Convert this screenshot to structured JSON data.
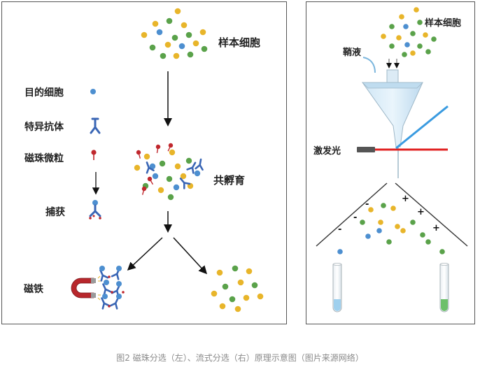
{
  "left_panel": {
    "sample_cells_label": "样本细胞",
    "target_cell_label": "目的细胞",
    "specific_antibody_label": "特异抗体",
    "magnetic_bead_label": "磁珠微粒",
    "capture_label": "捕获",
    "co_incubation_label": "共孵育",
    "magnet_label": "磁铁"
  },
  "right_panel": {
    "sample_cells_label": "样本细胞",
    "sheath_fluid_label": "鞘液",
    "laser_label": "激发光"
  },
  "caption": "图2 磁珠分选（左）、流式分选（右）原理示意图（图片来源网络）",
  "colors": {
    "cell_yellow": "#e8b52a",
    "cell_green": "#5aa24a",
    "cell_blue": "#4d8fd0",
    "antibody_blue": "#3a66b5",
    "bead_red": "#c0272d",
    "laser_red": "#e02020",
    "scatter_blue": "#3a9be0"
  }
}
